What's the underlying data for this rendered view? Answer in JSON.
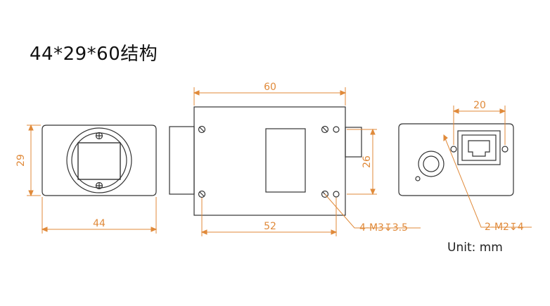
{
  "title": "44*29*60结构",
  "colors": {
    "dimension": "#e08a3a",
    "outline": "#333333",
    "body_fill": "#ffffff"
  },
  "views": {
    "front": {
      "width_label": "44",
      "height_label": "29"
    },
    "side": {
      "length_label": "60",
      "hole_spacing_label": "52",
      "hole_height_label": "26",
      "mount_callout": "4-M3",
      "mount_callout_depth": "3.5",
      "depth_symbol": "↧"
    },
    "back": {
      "rj45_spacing_label": "20",
      "mount_callout": "2-M2",
      "mount_callout_depth": "4",
      "depth_symbol": "↧"
    }
  },
  "unit_label": "Unit:  mm"
}
